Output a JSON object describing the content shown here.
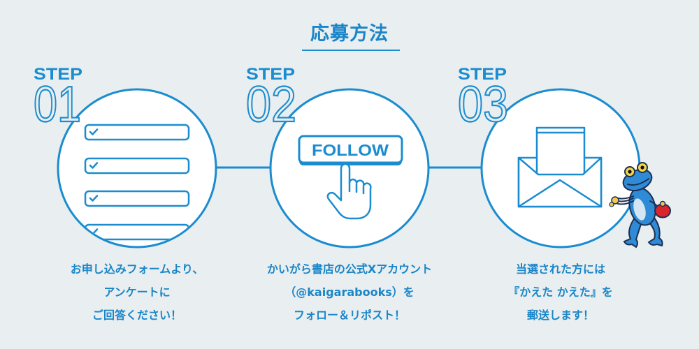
{
  "title": "応募方法",
  "colors": {
    "background": "#e9eef0",
    "accent": "#1b8ccf",
    "text": "#1a86c8",
    "frog_body": "#2f8bd6",
    "frog_outline": "#1d2f52",
    "bag": "#d8262c"
  },
  "steps": [
    {
      "label": "STEP",
      "number": "01",
      "icon": "checklist-icon",
      "lines": [
        "お申し込みフォームより、",
        "アンケートに",
        "ご回答ください！"
      ]
    },
    {
      "label": "STEP",
      "number": "02",
      "icon": "hand-pointer-icon",
      "button_label": "FOLLOW",
      "lines": [
        "かいがら書店の公式Xアカウント",
        "（@kaigarabooks）を",
        "フォロー＆リポスト！"
      ]
    },
    {
      "label": "STEP",
      "number": "03",
      "icon": "envelope-icon",
      "lines": [
        "当選された方には",
        "『かえた かえた』を",
        "郵送します！"
      ]
    }
  ],
  "mascot": "frog-icon"
}
